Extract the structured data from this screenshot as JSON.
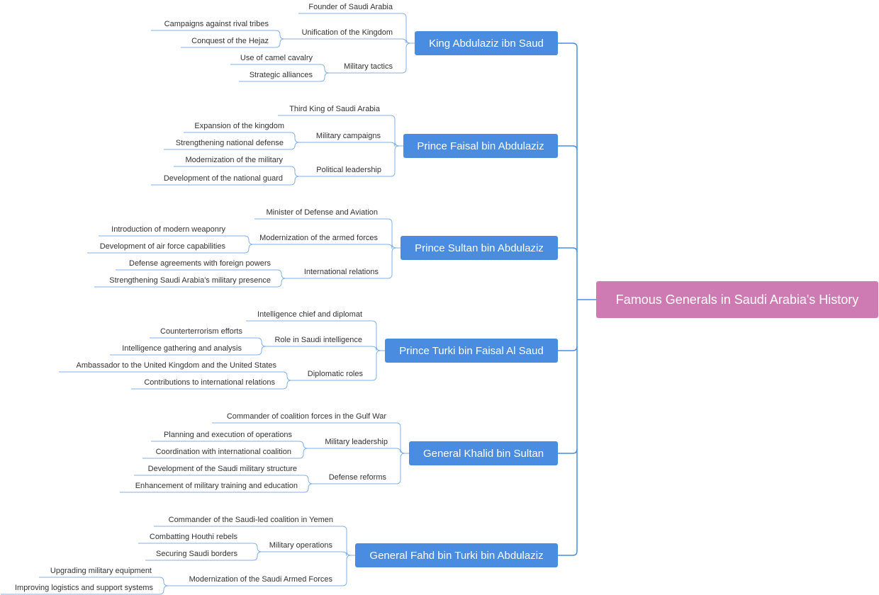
{
  "root": {
    "label": "Famous Generals in Saudi Arabia's History",
    "color": "#cf7bb3"
  },
  "colors": {
    "general_fill": "#4a8ce0",
    "connector": "#4a8ce0",
    "leaf_line": "#7fb0ea"
  },
  "generals": [
    {
      "label": "King Abdulaziz ibn Saud",
      "items": [
        {
          "label": "Founder of Saudi Arabia",
          "children": []
        },
        {
          "label": "Unification of the Kingdom",
          "children": [
            "Campaigns against rival tribes",
            "Conquest of the Hejaz"
          ]
        },
        {
          "label": "Military tactics",
          "children": [
            "Use of camel cavalry",
            "Strategic alliances"
          ]
        }
      ]
    },
    {
      "label": "Prince Faisal bin Abdulaziz",
      "items": [
        {
          "label": "Third King of Saudi Arabia",
          "children": []
        },
        {
          "label": "Military campaigns",
          "children": [
            "Expansion of the kingdom",
            "Strengthening national defense"
          ]
        },
        {
          "label": "Political leadership",
          "children": [
            "Modernization of the military",
            "Development of the national guard"
          ]
        }
      ]
    },
    {
      "label": "Prince Sultan bin Abdulaziz",
      "items": [
        {
          "label": "Minister of Defense and Aviation",
          "children": []
        },
        {
          "label": "Modernization of the armed forces",
          "children": [
            "Introduction of modern weaponry",
            "Development of air force capabilities"
          ]
        },
        {
          "label": "International relations",
          "children": [
            "Defense agreements with foreign powers",
            "Strengthening Saudi Arabia's military presence"
          ]
        }
      ]
    },
    {
      "label": "Prince Turki bin Faisal Al Saud",
      "items": [
        {
          "label": "Intelligence chief and diplomat",
          "children": []
        },
        {
          "label": "Role in Saudi intelligence",
          "children": [
            "Counterterrorism efforts",
            "Intelligence gathering and analysis"
          ]
        },
        {
          "label": "Diplomatic roles",
          "children": [
            "Ambassador to the United Kingdom and the United States",
            "Contributions to international relations"
          ]
        }
      ]
    },
    {
      "label": "General Khalid bin Sultan",
      "items": [
        {
          "label": "Commander of coalition forces in the Gulf War",
          "children": []
        },
        {
          "label": "Military leadership",
          "children": [
            "Planning and execution of operations",
            "Coordination with international coalition"
          ]
        },
        {
          "label": "Defense reforms",
          "children": [
            "Development of the Saudi military structure",
            "Enhancement of military training and education"
          ]
        }
      ]
    },
    {
      "label": "General Fahd bin Turki bin Abdulaziz",
      "items": [
        {
          "label": "Commander of the Saudi-led coalition in Yemen",
          "children": []
        },
        {
          "label": "Military operations",
          "children": [
            "Combatting Houthi rebels",
            "Securing Saudi borders"
          ]
        },
        {
          "label": "Modernization of the Saudi Armed Forces",
          "children": [
            "Upgrading military equipment",
            "Improving logistics and support systems"
          ]
        }
      ]
    }
  ]
}
